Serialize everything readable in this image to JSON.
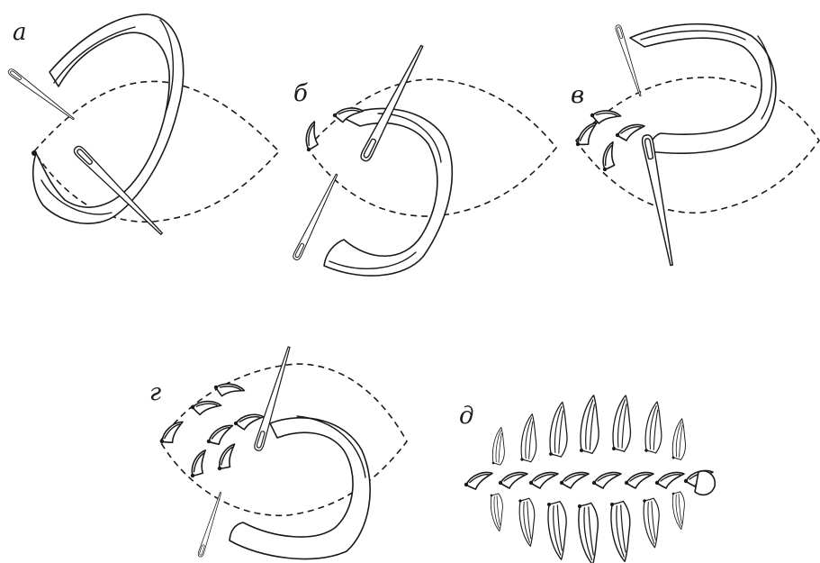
{
  "panels": [
    {
      "id": "a",
      "label": "а"
    },
    {
      "id": "b",
      "label": "б"
    },
    {
      "id": "v",
      "label": "в"
    },
    {
      "id": "g",
      "label": "г"
    },
    {
      "id": "d",
      "label": "д"
    }
  ],
  "colors": {
    "ink": "#1a1a1a",
    "background": "#ffffff"
  }
}
